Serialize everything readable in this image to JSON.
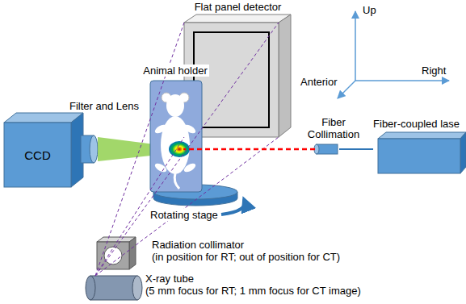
{
  "diagram": {
    "nodes": [
      {
        "text": [
          "Flat panel detector"
        ]
      },
      {
        "text": [
          "CCD"
        ]
      },
      {
        "text": [
          "Animal holder"
        ]
      },
      {
        "text": [
          "Fiber Collimation"
        ]
      },
      {
        "text": [
          "Fiber-coupled lase"
        ]
      },
      {
        "text": [
          "Radiation collimator",
          "(in position for RT; out of position for CT)"
        ]
      },
      {
        "text": [
          "X-ray tube",
          "(5 mm focus for RT; 1 mm focus for CT image)"
        ]
      }
    ],
    "edges": [
      {
        "from": 6,
        "to": 0,
        "arrow": "none"
      },
      {
        "from": 4,
        "to": 3,
        "arrow": "none"
      },
      {
        "from": 3,
        "to": 2,
        "arrow": "none"
      }
    ],
    "labels": [
      "Filter and Lens",
      "Rotating stage",
      "Up",
      "Right",
      "Anterior"
    ]
  }
}
